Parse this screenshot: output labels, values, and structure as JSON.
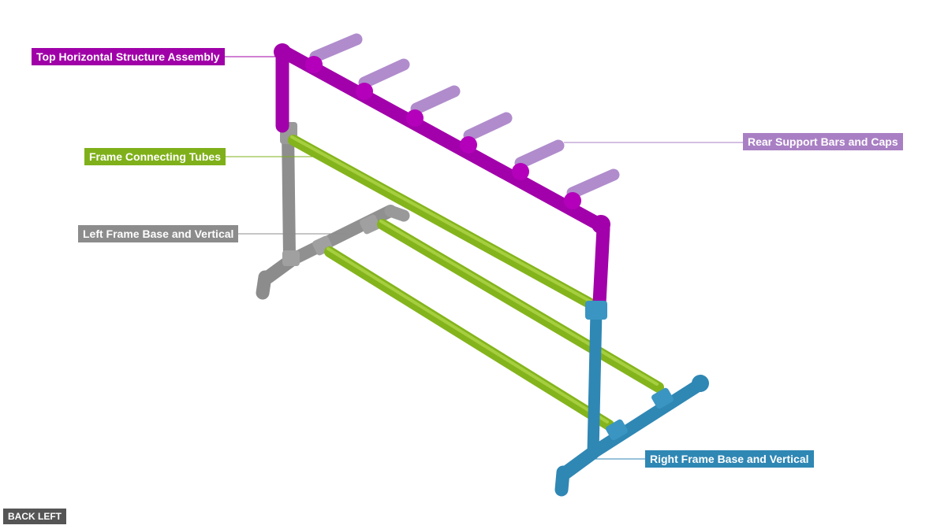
{
  "colors": {
    "top_structure": "#a000a8",
    "connecting_tubes": "#7fb01a",
    "left_frame": "#8c8c8c",
    "rear_bars": "#a97fc4",
    "right_frame": "#2f87b4",
    "view_label_bg": "#555555"
  },
  "labels": {
    "top_structure": "Top Horizontal Structure Assembly",
    "connecting_tubes": "Frame Connecting Tubes",
    "left_frame": "Left Frame Base and Vertical",
    "rear_bars": "Rear Support Bars and Caps",
    "right_frame": "Right Frame Base and Vertical"
  },
  "view": {
    "label": "BACK LEFT"
  }
}
